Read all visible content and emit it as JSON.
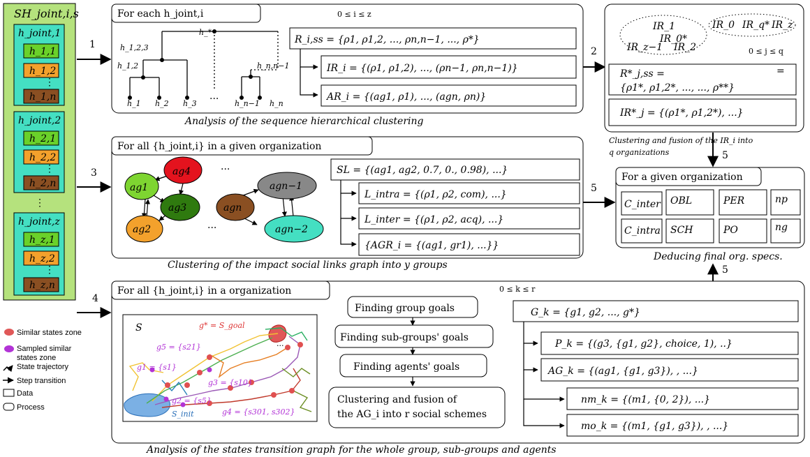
{
  "left_column": {
    "header": "SH_joint,i,s",
    "groups": [
      {
        "title": "h_joint,1",
        "items": [
          "h_1,1",
          "h_1,2",
          "h_1,n"
        ]
      },
      {
        "title": "h_joint,2",
        "items": [
          "h_2,1",
          "h_2,2",
          "h_2,n"
        ]
      },
      {
        "title": "h_joint,z",
        "items": [
          "h_z,1",
          "h_z,2",
          "h_z,n"
        ]
      }
    ],
    "colors": {
      "outer": "#b5e27d",
      "inner": "#44dfc2",
      "green": "#6ad12a",
      "orange": "#f3a12c",
      "brown": "#8a4f22"
    }
  },
  "arrow_labels": {
    "a1": "1",
    "a2": "2",
    "a3": "3",
    "a4": "4",
    "a5a": "5",
    "a5b": "5",
    "a5c": "5"
  },
  "panel1": {
    "title": "For each h_joint,i",
    "range": "0 ≤ i ≤ z",
    "caption": "Analysis of the sequence hierarchical clustering",
    "tree": {
      "root": "h_*",
      "n123": "h_1,2,3",
      "n12": "h_1,2",
      "nnn1": "h_n,n−1",
      "dots": "...",
      "leaves": [
        "h_1",
        "h_2",
        "h_3",
        "h_n−1",
        "h_n"
      ]
    },
    "boxes": [
      "R_i,ss = {ρ1, ρ1,2, ..., ρn,n−1, ..., ρ*}",
      "IR_i = {(ρ1, ρ1,2), ..., (ρn−1, ρn,n−1)}",
      "AR_i = {(ag1, ρ1), ..., (agn, ρn)}"
    ]
  },
  "panel2": {
    "clusters_a": [
      "IR_1",
      "IR_0*",
      "IR_z−1",
      "IR_2"
    ],
    "clusters_b": [
      "IR_0",
      "IR_q*",
      "IR_z"
    ],
    "range": "0 ≤ j ≤ q",
    "box1_l1": "R*_j,ss =",
    "box1_l2": "{ρ1*, ρ1,2*, ..., ..., ρ**}",
    "box2": "IR*_j = {(ρ1*, ρ1,2*), ...}",
    "caption_l1": "Clustering and fusion of the IR_i into",
    "caption_l2": "q organizations"
  },
  "panel3": {
    "title": "For all {h_joint,i} in a given organization",
    "caption": "Clustering of the impact social links graph into y groups",
    "nodes": [
      "ag1",
      "ag4",
      "ag3",
      "ag2",
      "agn",
      "agn−1",
      "agn−2"
    ],
    "dots": [
      "...",
      "..."
    ],
    "boxes": [
      "SL = {(ag1, ag2, 0.7, 0., 0.98), ...}",
      "L_intra = {(ρ1, ρ2, com), ...}",
      "L_inter = {(ρ1, ρ2, acq), ...}",
      "{AGR_i = {(ag1, gr1), ...}}"
    ]
  },
  "panel5": {
    "title": "For a given organization",
    "cells": [
      "C_inter",
      "OBL",
      "PER",
      "np",
      "C_intra",
      "SCH",
      "PO",
      "ng"
    ],
    "caption": "Deducing final org. specs."
  },
  "panel4": {
    "title": "For all {h_joint,i} in a organization",
    "range": "0 ≤ k ≤ r",
    "caption": "Analysis of the states transition graph for the whole group, sub-groups and agents",
    "graph_labels": {
      "S": "S",
      "goal": "g* = S_goal",
      "init": "S_init",
      "g5": "g5 = {s21}",
      "g1": "g1 = {s1}",
      "g3": "g3 = {s10}",
      "g2": "g2 = {s5}",
      "g4": "g4 = {s301, s302}",
      "dots": "..."
    },
    "process_steps": [
      "Finding group goals",
      "Finding sub-groups' goals",
      "Finding agents' goals",
      "Clustering and fusion of",
      "the AG_i into r social schemes"
    ],
    "boxes": [
      "G_k = {g1, g2, ..., g*}",
      "P_k = {(g3, {g1, g2}, choice, 1), ..}",
      "AG_k = {(ag1, {g1, g3}), , ...}",
      "nm_k = {(m1, {0, 2}), ...}",
      "mo_k = {(m1, {g1, g3}), , ...}"
    ]
  },
  "legend": [
    "Similar states zone",
    "Sampled similar",
    "states zone",
    "State trajectory",
    "Step transition",
    "Data",
    "Process"
  ]
}
